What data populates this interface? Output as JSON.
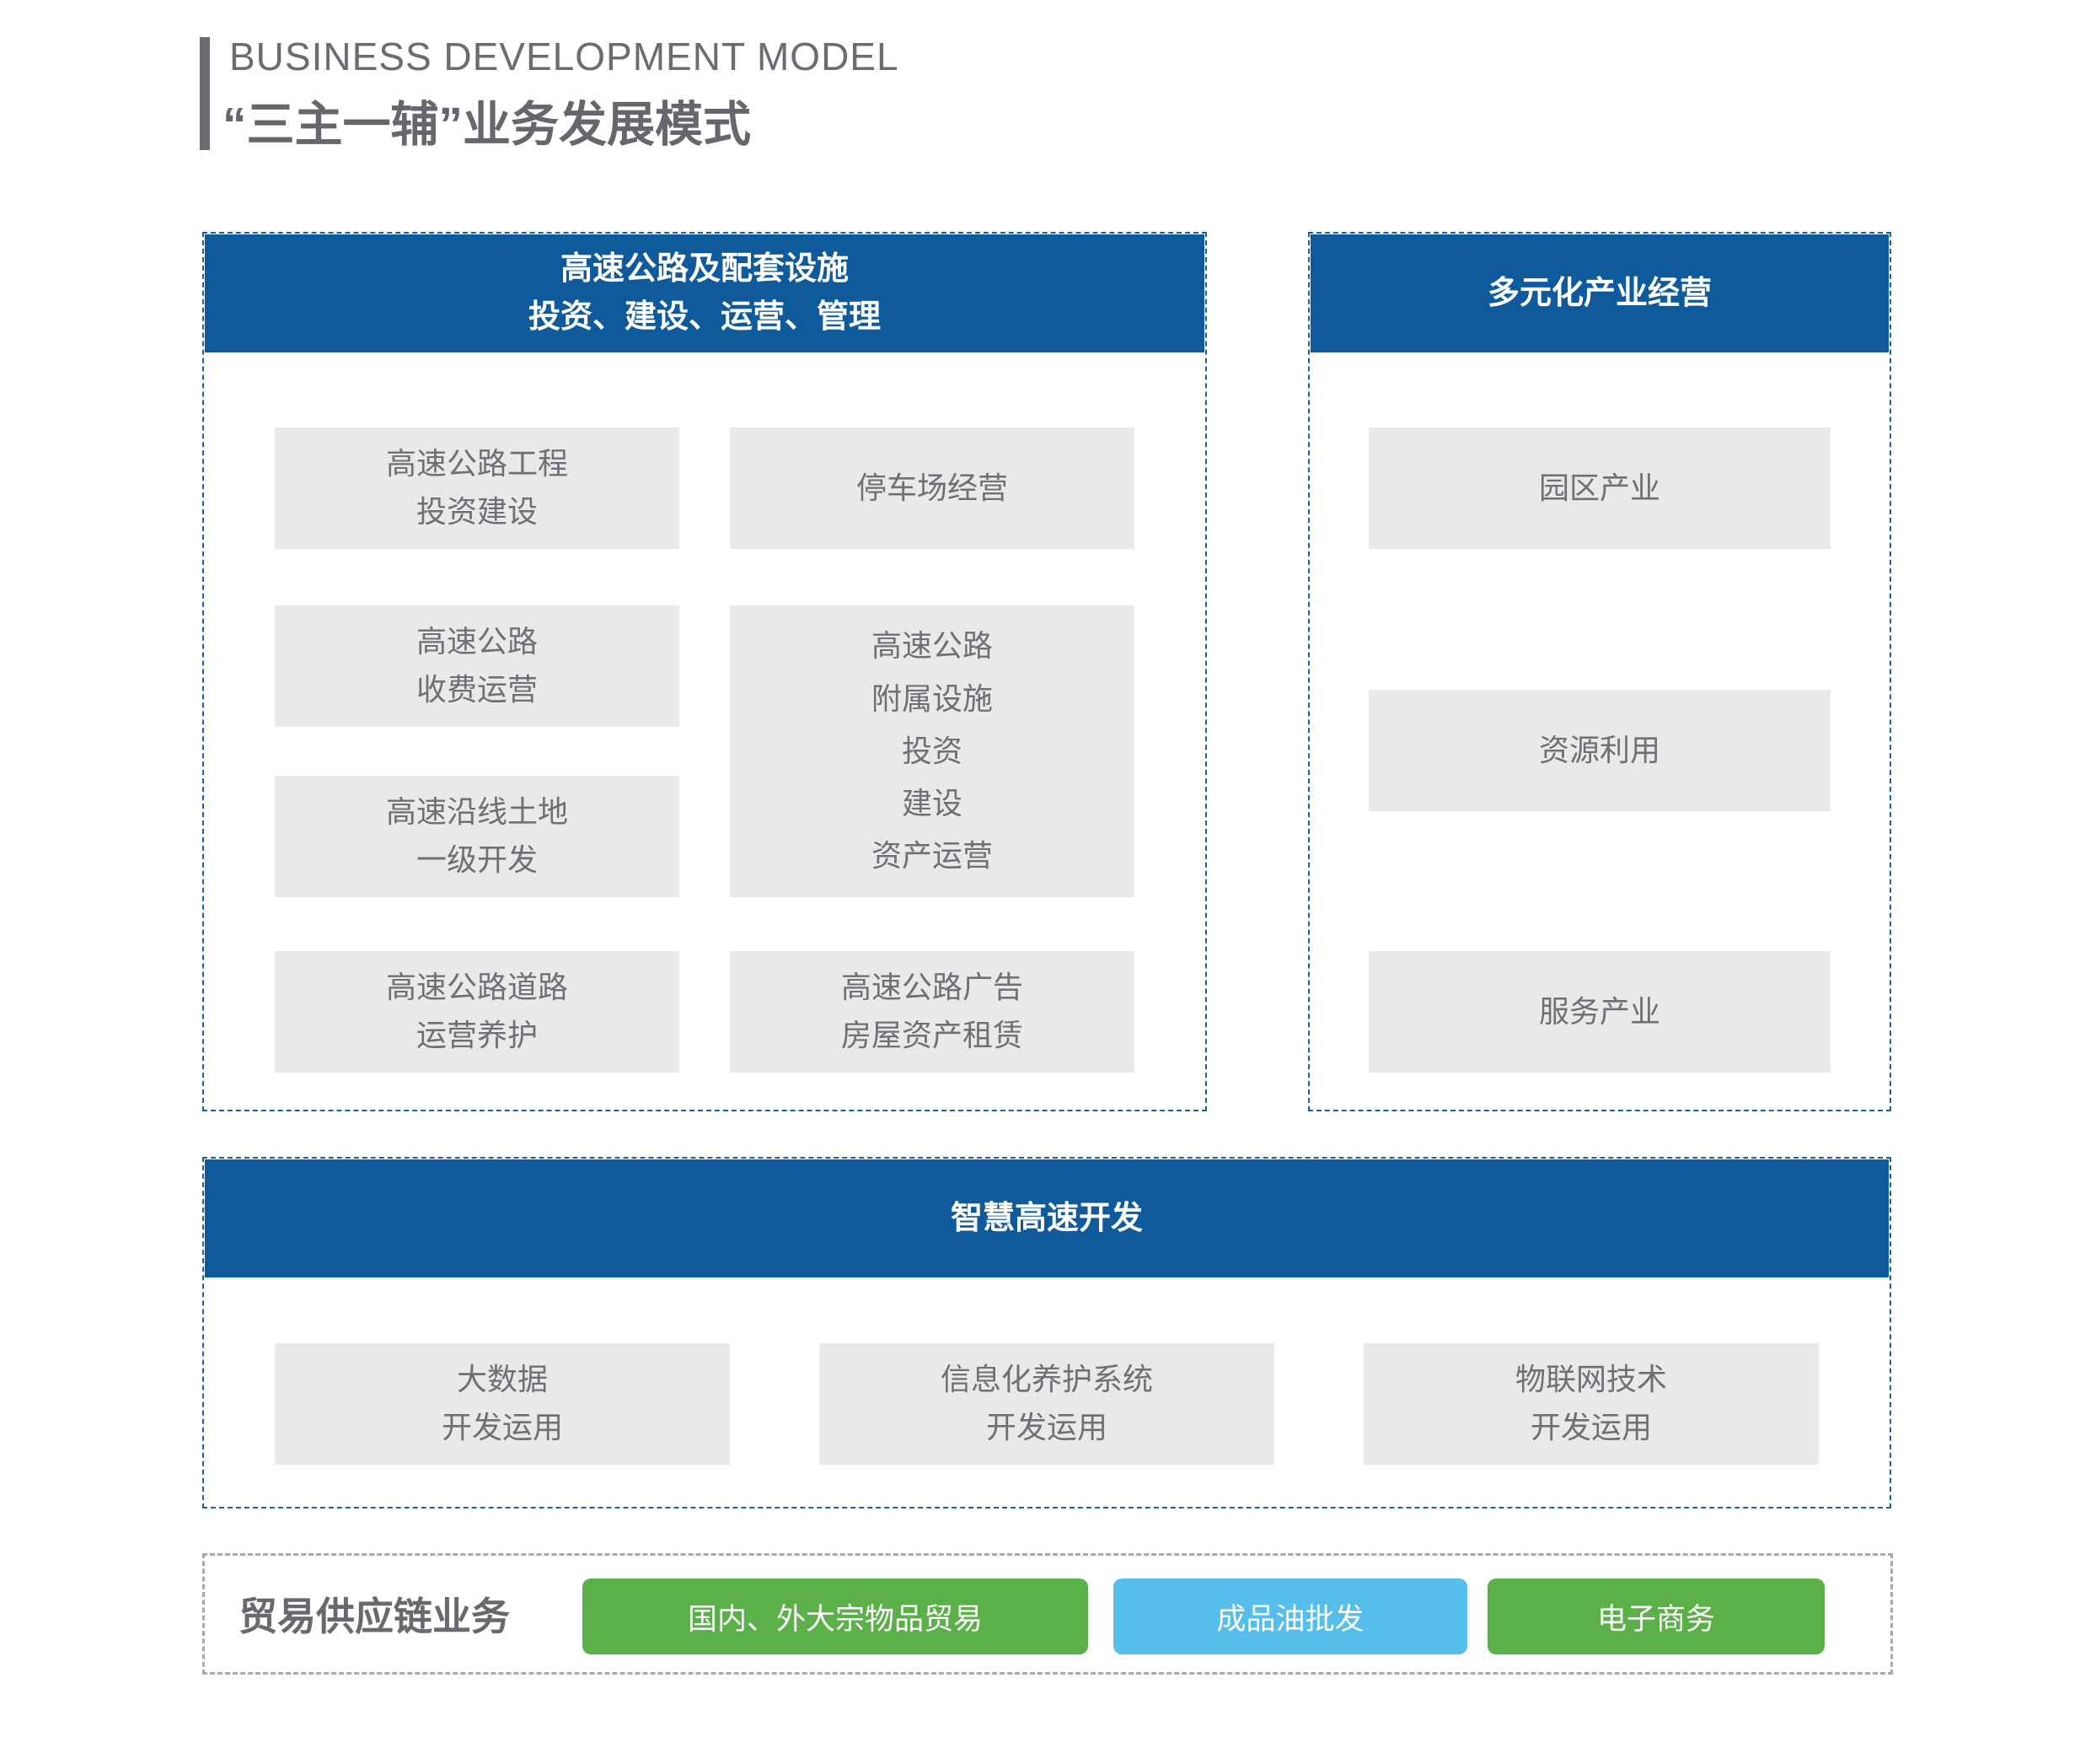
{
  "title": {
    "en": "BUSINESS DEVELOPMENT MODEL",
    "zh": "“三主一辅”业务发展模式"
  },
  "colors": {
    "header_blue": "#0F5A9B",
    "panel_dash_blue": "#1A61A3",
    "box_gray": "#E9E9E9",
    "box_text_gray": "#6F6F75",
    "title_gray": "#6B6B72",
    "trade_dash_gray": "#A9A9A9",
    "button_green": "#5CB04A",
    "button_cyan": "#55BEEA"
  },
  "highway_panel": {
    "header": "高速公路及配套设施\n投资、建设、运营、管理",
    "col1": [
      "高速公路工程\n投资建设",
      "高速公路\n收费运营",
      "高速沿线土地\n一级开发",
      "高速公路道路\n运营养护"
    ],
    "col2": [
      "停车场经营",
      "高速公路\n附属设施\n投资\n建设\n资产运营",
      "高速公路广告\n房屋资产租赁"
    ]
  },
  "diversified_panel": {
    "header": "多元化产业经营",
    "items": [
      "园区产业",
      "资源利用",
      "服务产业"
    ]
  },
  "smart_panel": {
    "header": "智慧高速开发",
    "items": [
      "大数据\n开发运用",
      "信息化养护系统\n开发运用",
      "物联网技术\n开发运用"
    ]
  },
  "trade_section": {
    "label": "贸易供应链业务",
    "buttons": [
      {
        "label": "国内、外大宗物品贸易",
        "color": "green"
      },
      {
        "label": "成品油批发",
        "color": "cyan"
      },
      {
        "label": "电子商务",
        "color": "green"
      }
    ]
  }
}
